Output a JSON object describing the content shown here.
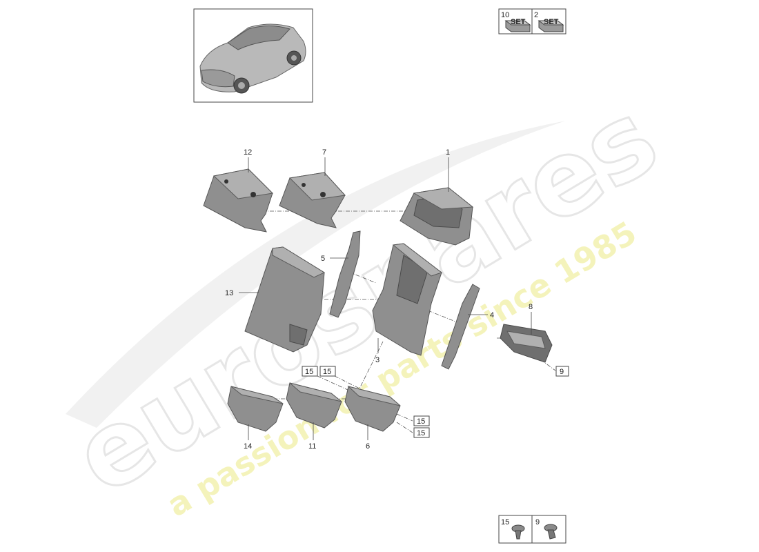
{
  "watermark": {
    "brand": "eurospares",
    "tagline": "a passion for parts since 1985"
  },
  "legend_top": [
    {
      "num": "10",
      "badge": "SET"
    },
    {
      "num": "2",
      "badge": "SET"
    }
  ],
  "legend_bottom": [
    {
      "num": "15",
      "icon": "screw-icon"
    },
    {
      "num": "9",
      "icon": "screw-icon"
    }
  ],
  "callouts": {
    "c1": "1",
    "c3": "3",
    "c4": "4",
    "c5": "5",
    "c6": "6",
    "c7": "7",
    "c8": "8",
    "c9": "9",
    "c11": "11",
    "c12": "12",
    "c13": "13",
    "c14": "14",
    "c15a": "15",
    "c15b": "15",
    "c15c": "15",
    "c15d": "15"
  }
}
